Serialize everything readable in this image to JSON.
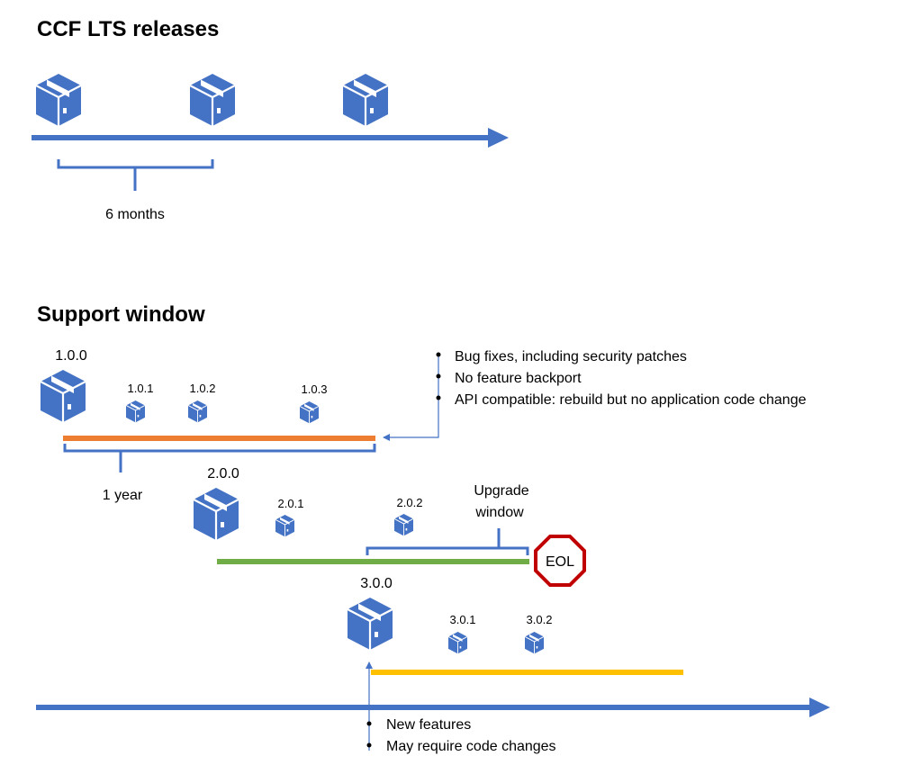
{
  "colors": {
    "box": "#4472C4",
    "timeline": "#4472C4",
    "release_1": "#ED7D31",
    "release_2": "#70AD47",
    "release_3": "#FFC000",
    "eol": "#C00000"
  },
  "icons": {
    "release": "package-box-icon",
    "end_of_life": "stop-sign-icon"
  },
  "lts_section": {
    "title": "CCF LTS releases",
    "interval_label": "6 months"
  },
  "support_section": {
    "title": "Support window",
    "releases": [
      {
        "version": "1.0.0",
        "patches": [
          "1.0.1",
          "1.0.2",
          "1.0.3"
        ]
      },
      {
        "version": "2.0.0",
        "patches": [
          "2.0.1",
          "2.0.2"
        ]
      },
      {
        "version": "3.0.0",
        "patches": [
          "3.0.1",
          "3.0.2"
        ]
      }
    ],
    "duration_label": "1 year",
    "upgrade_label_line1": "Upgrade",
    "upgrade_label_line2": "window",
    "eol_label": "EOL",
    "patch_notes": [
      "Bug fixes, including security patches",
      "No feature backport",
      "API compatible: rebuild but no application code change"
    ],
    "major_notes": [
      "New features",
      "May require code changes"
    ]
  }
}
